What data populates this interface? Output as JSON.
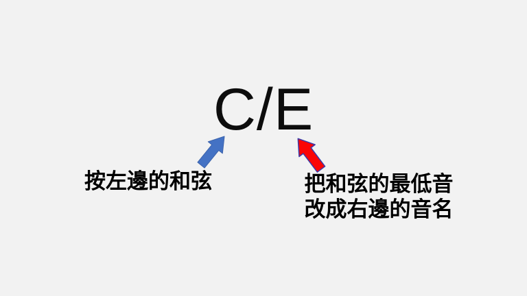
{
  "slide": {
    "background_color": "#F2F2F2",
    "title": "C/E",
    "title_color": "#0D0D0D",
    "left_annotation": {
      "label": "按左邊的和弦",
      "arrow_direction": "up-right",
      "arrow_fill": "#4472C4",
      "arrow_outline": "#3C63AC"
    },
    "right_annotation": {
      "line1": "把和弦的最低音",
      "line2": "改成右邊的音名",
      "arrow_direction": "up-left",
      "arrow_fill": "#FB0506",
      "arrow_outline": "#3A3AA8"
    }
  }
}
